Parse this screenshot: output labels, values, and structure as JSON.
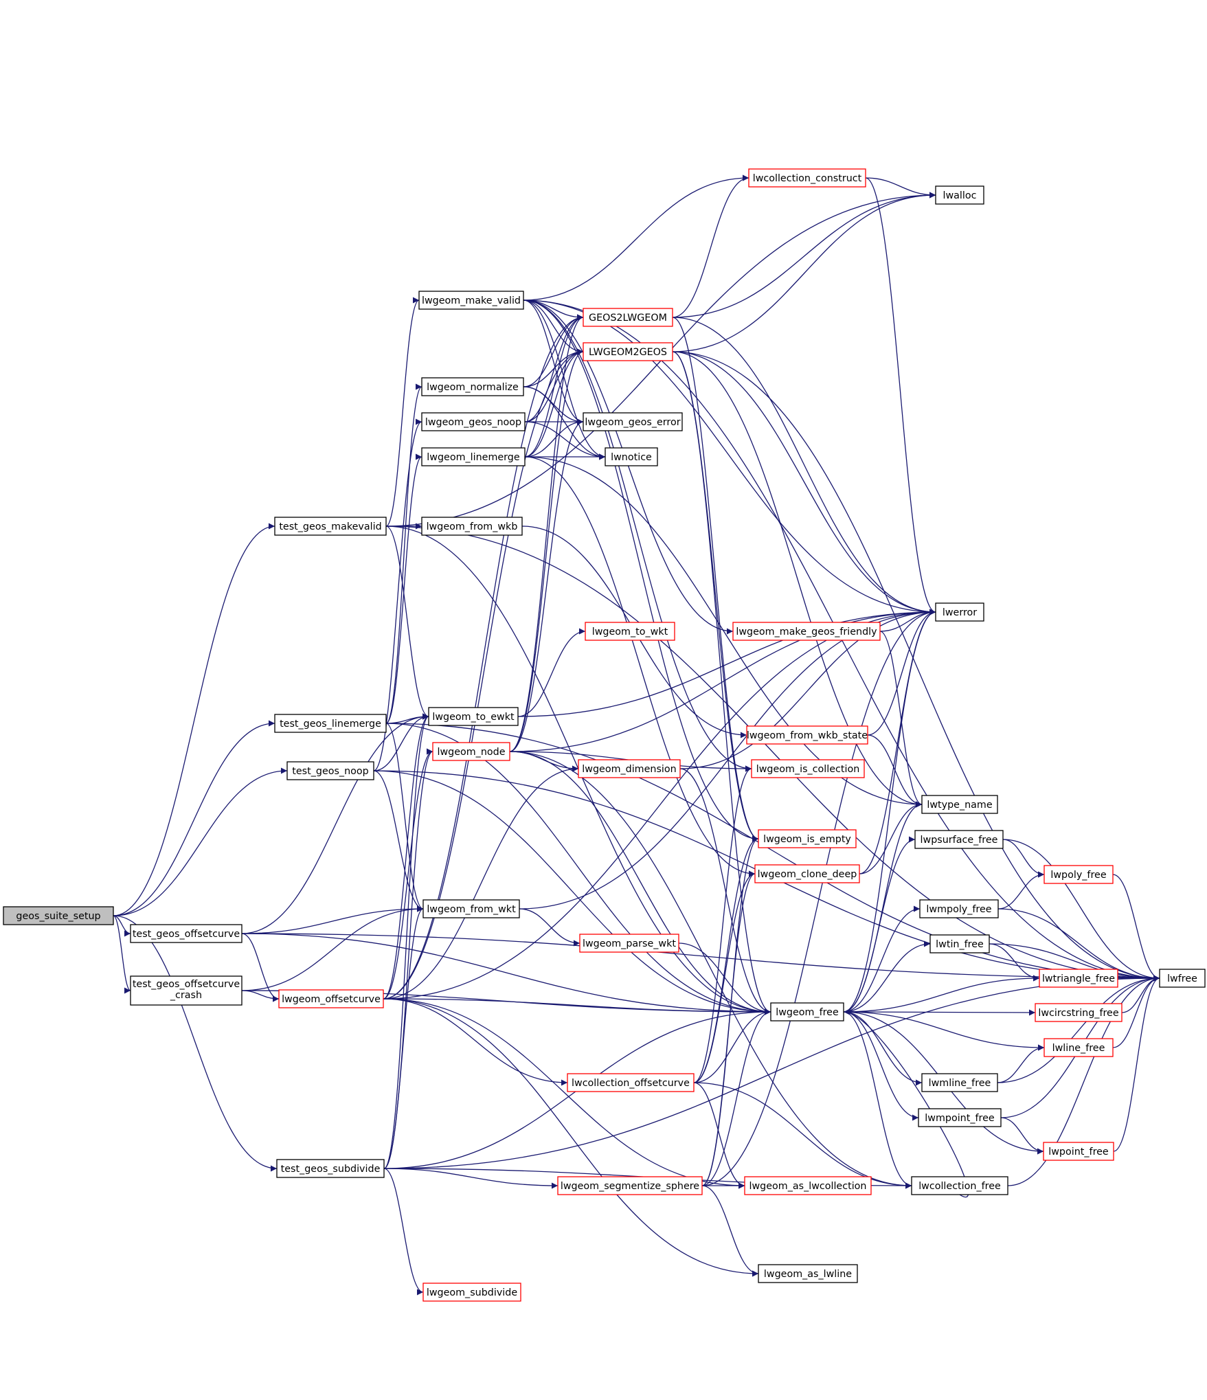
{
  "colors": {
    "edge": "#191970",
    "node_border": "#000000",
    "node_border_incomplete": "#ff0000",
    "root_fill": "#bfbfbf",
    "node_fill": "#ffffff"
  },
  "nodes": [
    {
      "id": "geos_suite_setup",
      "label": "geos_suite_setup",
      "root": true
    },
    {
      "id": "test_geos_makevalid",
      "label": "test_geos_makevalid"
    },
    {
      "id": "test_geos_linemerge",
      "label": "test_geos_linemerge"
    },
    {
      "id": "test_geos_noop",
      "label": "test_geos_noop"
    },
    {
      "id": "test_geos_offsetcurve",
      "label": "test_geos_offsetcurve"
    },
    {
      "id": "test_geos_offsetcurve_crash",
      "label": "test_geos_offsetcurve",
      "label2": "_crash"
    },
    {
      "id": "test_geos_subdivide",
      "label": "test_geos_subdivide"
    },
    {
      "id": "lwgeom_make_valid",
      "label": "lwgeom_make_valid"
    },
    {
      "id": "lwgeom_normalize",
      "label": "lwgeom_normalize"
    },
    {
      "id": "lwgeom_geos_noop",
      "label": "lwgeom_geos_noop"
    },
    {
      "id": "lwgeom_linemerge",
      "label": "lwgeom_linemerge"
    },
    {
      "id": "lwgeom_from_wkb",
      "label": "lwgeom_from_wkb"
    },
    {
      "id": "lwgeom_to_ewkt",
      "label": "lwgeom_to_ewkt"
    },
    {
      "id": "lwgeom_node",
      "label": "lwgeom_node",
      "incomplete": true
    },
    {
      "id": "lwgeom_from_wkt",
      "label": "lwgeom_from_wkt"
    },
    {
      "id": "lwgeom_offsetcurve",
      "label": "lwgeom_offsetcurve",
      "incomplete": true
    },
    {
      "id": "lwgeom_subdivide",
      "label": "lwgeom_subdivide",
      "incomplete": true
    },
    {
      "id": "GEOS2LWGEOM",
      "label": "GEOS2LWGEOM",
      "incomplete": true
    },
    {
      "id": "LWGEOM2GEOS",
      "label": "LWGEOM2GEOS",
      "incomplete": true
    },
    {
      "id": "lwgeom_geos_error",
      "label": "lwgeom_geos_error"
    },
    {
      "id": "lwnotice",
      "label": "lwnotice"
    },
    {
      "id": "lwgeom_to_wkt",
      "label": "lwgeom_to_wkt",
      "incomplete": true
    },
    {
      "id": "lwgeom_dimension",
      "label": "lwgeom_dimension",
      "incomplete": true
    },
    {
      "id": "lwgeom_parse_wkt",
      "label": "lwgeom_parse_wkt",
      "incomplete": true
    },
    {
      "id": "lwcollection_offsetcurve",
      "label": "lwcollection_offsetcurve",
      "incomplete": true
    },
    {
      "id": "lwgeom_segmentize_sphere",
      "label": "lwgeom_segmentize_sphere",
      "incomplete": true
    },
    {
      "id": "lwcollection_construct",
      "label": "lwcollection_construct",
      "incomplete": true
    },
    {
      "id": "lwgeom_make_geos_friendly",
      "label": "lwgeom_make_geos_friendly",
      "incomplete": true
    },
    {
      "id": "lwgeom_from_wkb_state",
      "label": "lwgeom_from_wkb_state",
      "incomplete": true
    },
    {
      "id": "lwgeom_is_collection",
      "label": "lwgeom_is_collection",
      "incomplete": true
    },
    {
      "id": "lwgeom_is_empty",
      "label": "lwgeom_is_empty",
      "incomplete": true
    },
    {
      "id": "lwgeom_clone_deep",
      "label": "lwgeom_clone_deep",
      "incomplete": true
    },
    {
      "id": "lwgeom_free",
      "label": "lwgeom_free"
    },
    {
      "id": "lwgeom_as_lwcollection",
      "label": "lwgeom_as_lwcollection",
      "incomplete": true
    },
    {
      "id": "lwgeom_as_lwline",
      "label": "lwgeom_as_lwline"
    },
    {
      "id": "lwalloc",
      "label": "lwalloc"
    },
    {
      "id": "lwerror",
      "label": "lwerror"
    },
    {
      "id": "lwtype_name",
      "label": "lwtype_name"
    },
    {
      "id": "lwpsurface_free",
      "label": "lwpsurface_free"
    },
    {
      "id": "lwmpoly_free",
      "label": "lwmpoly_free"
    },
    {
      "id": "lwtin_free",
      "label": "lwtin_free"
    },
    {
      "id": "lwmline_free",
      "label": "lwmline_free"
    },
    {
      "id": "lwmpoint_free",
      "label": "lwmpoint_free"
    },
    {
      "id": "lwcollection_free",
      "label": "lwcollection_free"
    },
    {
      "id": "lwpoly_free",
      "label": "lwpoly_free",
      "incomplete": true
    },
    {
      "id": "lwtriangle_free",
      "label": "lwtriangle_free",
      "incomplete": true
    },
    {
      "id": "lwcircstring_free",
      "label": "lwcircstring_free",
      "incomplete": true
    },
    {
      "id": "lwline_free",
      "label": "lwline_free",
      "incomplete": true
    },
    {
      "id": "lwpoint_free",
      "label": "lwpoint_free",
      "incomplete": true
    },
    {
      "id": "lwfree",
      "label": "lwfree"
    }
  ],
  "edges": [
    [
      "geos_suite_setup",
      "test_geos_makevalid"
    ],
    [
      "geos_suite_setup",
      "test_geos_linemerge"
    ],
    [
      "geos_suite_setup",
      "test_geos_noop"
    ],
    [
      "geos_suite_setup",
      "test_geos_offsetcurve"
    ],
    [
      "geos_suite_setup",
      "test_geos_offsetcurve_crash"
    ],
    [
      "geos_suite_setup",
      "test_geos_subdivide"
    ],
    [
      "test_geos_makevalid",
      "lwgeom_make_valid"
    ],
    [
      "test_geos_makevalid",
      "lwgeom_from_wkb"
    ],
    [
      "test_geos_makevalid",
      "lwgeom_to_ewkt"
    ],
    [
      "test_geos_makevalid",
      "lwgeom_free"
    ],
    [
      "test_geos_makevalid",
      "lwalloc"
    ],
    [
      "test_geos_makevalid",
      "lwfree"
    ],
    [
      "test_geos_linemerge",
      "lwgeom_linemerge"
    ],
    [
      "test_geos_linemerge",
      "lwgeom_normalize"
    ],
    [
      "test_geos_linemerge",
      "lwgeom_to_ewkt"
    ],
    [
      "test_geos_linemerge",
      "lwgeom_from_wkt"
    ],
    [
      "test_geos_linemerge",
      "lwgeom_free"
    ],
    [
      "test_geos_linemerge",
      "lwfree"
    ],
    [
      "test_geos_noop",
      "lwgeom_geos_noop"
    ],
    [
      "test_geos_noop",
      "lwgeom_to_ewkt"
    ],
    [
      "test_geos_noop",
      "lwgeom_from_wkt"
    ],
    [
      "test_geos_noop",
      "lwgeom_free"
    ],
    [
      "test_geos_noop",
      "lwfree"
    ],
    [
      "test_geos_offsetcurve",
      "lwgeom_from_wkt"
    ],
    [
      "test_geos_offsetcurve",
      "lwgeom_offsetcurve"
    ],
    [
      "test_geos_offsetcurve",
      "lwgeom_to_ewkt"
    ],
    [
      "test_geos_offsetcurve",
      "lwgeom_free"
    ],
    [
      "test_geos_offsetcurve",
      "lwfree"
    ],
    [
      "test_geos_offsetcurve_crash",
      "lwgeom_from_wkt"
    ],
    [
      "test_geos_offsetcurve_crash",
      "lwgeom_offsetcurve"
    ],
    [
      "test_geos_offsetcurve_crash",
      "lwgeom_free"
    ],
    [
      "test_geos_subdivide",
      "lwgeom_from_wkt"
    ],
    [
      "test_geos_subdivide",
      "lwgeom_node"
    ],
    [
      "test_geos_subdivide",
      "lwgeom_segmentize_sphere"
    ],
    [
      "test_geos_subdivide",
      "lwgeom_subdivide"
    ],
    [
      "test_geos_subdivide",
      "lwgeom_free"
    ],
    [
      "test_geos_subdivide",
      "lwcollection_free"
    ],
    [
      "test_geos_subdivide",
      "lwgeom_to_ewkt"
    ],
    [
      "test_geos_subdivide",
      "lwfree"
    ],
    [
      "lwgeom_make_valid",
      "GEOS2LWGEOM"
    ],
    [
      "lwgeom_make_valid",
      "LWGEOM2GEOS"
    ],
    [
      "lwgeom_make_valid",
      "lwgeom_geos_error"
    ],
    [
      "lwgeom_make_valid",
      "lwnotice"
    ],
    [
      "lwgeom_make_valid",
      "lwcollection_construct"
    ],
    [
      "lwgeom_make_valid",
      "lwgeom_make_geos_friendly"
    ],
    [
      "lwgeom_make_valid",
      "lwgeom_is_empty"
    ],
    [
      "lwgeom_make_valid",
      "lwgeom_is_collection"
    ],
    [
      "lwgeom_make_valid",
      "lwerror"
    ],
    [
      "lwgeom_make_valid",
      "lwfree"
    ],
    [
      "lwgeom_normalize",
      "GEOS2LWGEOM"
    ],
    [
      "lwgeom_normalize",
      "LWGEOM2GEOS"
    ],
    [
      "lwgeom_normalize",
      "lwgeom_geos_error"
    ],
    [
      "lwgeom_normalize",
      "lwnotice"
    ],
    [
      "lwgeom_geos_noop",
      "GEOS2LWGEOM"
    ],
    [
      "lwgeom_geos_noop",
      "LWGEOM2GEOS"
    ],
    [
      "lwgeom_geos_noop",
      "lwgeom_geos_error"
    ],
    [
      "lwgeom_geos_noop",
      "lwnotice"
    ],
    [
      "lwgeom_linemerge",
      "GEOS2LWGEOM"
    ],
    [
      "lwgeom_linemerge",
      "LWGEOM2GEOS"
    ],
    [
      "lwgeom_linemerge",
      "lwgeom_geos_error"
    ],
    [
      "lwgeom_linemerge",
      "lwnotice"
    ],
    [
      "lwgeom_linemerge",
      "lwgeom_clone_deep"
    ],
    [
      "lwgeom_linemerge",
      "lwtype_name"
    ],
    [
      "lwgeom_from_wkb",
      "lwgeom_from_wkb_state"
    ],
    [
      "lwgeom_to_ewkt",
      "lwgeom_to_wkt"
    ],
    [
      "lwgeom_to_ewkt",
      "lwerror"
    ],
    [
      "lwgeom_node",
      "GEOS2LWGEOM"
    ],
    [
      "lwgeom_node",
      "LWGEOM2GEOS"
    ],
    [
      "lwgeom_node",
      "lwgeom_geos_error"
    ],
    [
      "lwgeom_node",
      "lwgeom_dimension"
    ],
    [
      "lwgeom_node",
      "lwgeom_is_collection"
    ],
    [
      "lwgeom_node",
      "lwgeom_free"
    ],
    [
      "lwgeom_node",
      "lwcollection_free"
    ],
    [
      "lwgeom_node",
      "lwerror"
    ],
    [
      "lwgeom_from_wkt",
      "lwgeom_parse_wkt"
    ],
    [
      "lwgeom_from_wkt",
      "lwerror"
    ],
    [
      "lwgeom_offsetcurve",
      "lwgeom_to_ewkt"
    ],
    [
      "lwgeom_offsetcurve",
      "lwgeom_node"
    ],
    [
      "lwgeom_offsetcurve",
      "lwgeom_dimension"
    ],
    [
      "lwgeom_offsetcurve",
      "lwcollection_offsetcurve"
    ],
    [
      "lwgeom_offsetcurve",
      "lwgeom_free"
    ],
    [
      "lwgeom_offsetcurve",
      "lwerror"
    ],
    [
      "lwgeom_offsetcurve",
      "GEOS2LWGEOM"
    ],
    [
      "lwgeom_offsetcurve",
      "LWGEOM2GEOS"
    ],
    [
      "lwgeom_offsetcurve",
      "lwgeom_as_lwcollection"
    ],
    [
      "lwgeom_offsetcurve",
      "lwgeom_as_lwline"
    ],
    [
      "GEOS2LWGEOM",
      "lwcollection_construct"
    ],
    [
      "GEOS2LWGEOM",
      "lwalloc"
    ],
    [
      "GEOS2LWGEOM",
      "lwerror"
    ],
    [
      "GEOS2LWGEOM",
      "lwgeom_is_empty"
    ],
    [
      "LWGEOM2GEOS",
      "lwalloc"
    ],
    [
      "LWGEOM2GEOS",
      "lwerror"
    ],
    [
      "LWGEOM2GEOS",
      "lwgeom_is_empty"
    ],
    [
      "LWGEOM2GEOS",
      "lwtype_name"
    ],
    [
      "LWGEOM2GEOS",
      "lwfree"
    ],
    [
      "LWGEOM2GEOS",
      "lwgeom_free"
    ],
    [
      "lwgeom_dimension",
      "lwerror"
    ],
    [
      "lwgeom_dimension",
      "lwgeom_free"
    ],
    [
      "lwgeom_parse_wkt",
      "lwgeom_free"
    ],
    [
      "lwcollection_offsetcurve",
      "lwgeom_free"
    ],
    [
      "lwcollection_offsetcurve",
      "lwgeom_is_empty"
    ],
    [
      "lwcollection_offsetcurve",
      "lwgeom_clone_deep"
    ],
    [
      "lwcollection_offsetcurve",
      "lwgeom_as_lwcollection"
    ],
    [
      "lwcollection_offsetcurve",
      "lwcollection_free"
    ],
    [
      "lwcollection_offsetcurve",
      "lwgeom_is_collection"
    ],
    [
      "lwgeom_segmentize_sphere",
      "lwgeom_as_lwcollection"
    ],
    [
      "lwgeom_segmentize_sphere",
      "lwgeom_as_lwline"
    ],
    [
      "lwgeom_segmentize_sphere",
      "lwgeom_free"
    ],
    [
      "lwgeom_segmentize_sphere",
      "lwgeom_clone_deep"
    ],
    [
      "lwgeom_segmentize_sphere",
      "lwgeom_is_empty"
    ],
    [
      "lwgeom_segmentize_sphere",
      "lwerror"
    ],
    [
      "lwcollection_construct",
      "lwalloc"
    ],
    [
      "lwcollection_construct",
      "lwerror"
    ],
    [
      "lwgeom_make_geos_friendly",
      "lwerror"
    ],
    [
      "lwgeom_make_geos_friendly",
      "lwtype_name"
    ],
    [
      "lwgeom_from_wkb_state",
      "lwerror"
    ],
    [
      "lwgeom_from_wkb_state",
      "lwtype_name"
    ],
    [
      "lwgeom_clone_deep",
      "lwerror"
    ],
    [
      "lwgeom_clone_deep",
      "lwtype_name"
    ],
    [
      "lwgeom_free",
      "lwpsurface_free"
    ],
    [
      "lwgeom_free",
      "lwmpoly_free"
    ],
    [
      "lwgeom_free",
      "lwtin_free"
    ],
    [
      "lwgeom_free",
      "lwtriangle_free"
    ],
    [
      "lwgeom_free",
      "lwcircstring_free"
    ],
    [
      "lwgeom_free",
      "lwline_free"
    ],
    [
      "lwgeom_free",
      "lwmline_free"
    ],
    [
      "lwgeom_free",
      "lwmpoint_free"
    ],
    [
      "lwgeom_free",
      "lwpoint_free"
    ],
    [
      "lwgeom_free",
      "lwcollection_free"
    ],
    [
      "lwgeom_free",
      "lwtype_name"
    ],
    [
      "lwgeom_free",
      "lwerror"
    ],
    [
      "lwcollection_free",
      "lwgeom_free"
    ],
    [
      "lwcollection_free",
      "lwfree"
    ],
    [
      "lwpsurface_free",
      "lwpoly_free"
    ],
    [
      "lwpsurface_free",
      "lwfree"
    ],
    [
      "lwmpoly_free",
      "lwpoly_free"
    ],
    [
      "lwmpoly_free",
      "lwfree"
    ],
    [
      "lwtin_free",
      "lwtriangle_free"
    ],
    [
      "lwtin_free",
      "lwfree"
    ],
    [
      "lwmline_free",
      "lwline_free"
    ],
    [
      "lwmline_free",
      "lwfree"
    ],
    [
      "lwmpoint_free",
      "lwpoint_free"
    ],
    [
      "lwmpoint_free",
      "lwfree"
    ],
    [
      "lwpoly_free",
      "lwfree"
    ],
    [
      "lwtriangle_free",
      "lwfree"
    ],
    [
      "lwcircstring_free",
      "lwfree"
    ],
    [
      "lwline_free",
      "lwfree"
    ],
    [
      "lwpoint_free",
      "lwfree"
    ]
  ]
}
